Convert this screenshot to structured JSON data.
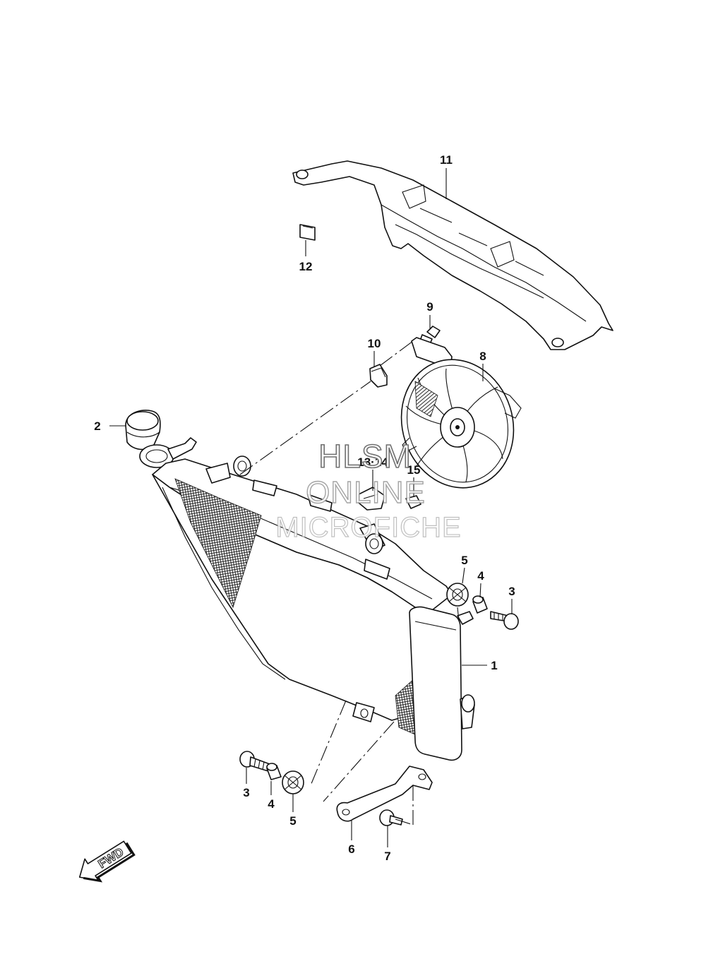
{
  "callouts": {
    "c1": "1",
    "c2": "2",
    "c3a": "3",
    "c3b": "3",
    "c4a": "4",
    "c4b": "4",
    "c5a": "5",
    "c5b": "5",
    "c6": "6",
    "c7": "7",
    "c8": "8",
    "c9": "9",
    "c10": "10",
    "c11": "11",
    "c12": "12",
    "c1314": "13·14",
    "c15": "15"
  },
  "watermark": {
    "line1": "HLSM",
    "line2": "ONLINE",
    "line3": "MICROFICHE"
  },
  "direction_arrow": {
    "label": "FWD",
    "icon": "forward-arrow-icon"
  },
  "colors": {
    "line": "#111111",
    "background": "#ffffff",
    "watermark": "#8a8a8a"
  }
}
